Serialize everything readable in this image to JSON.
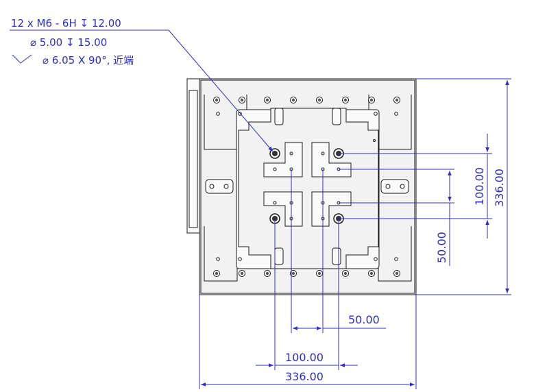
{
  "callout": {
    "line1": "12 x  M6 - 6H ↧ 12.00",
    "line2": "⌀ 5.00 ↧ 15.00",
    "line3": "⌀ 6.05 X 90°, 近端",
    "countersink_symbol": "countersink-icon"
  },
  "dimensions": {
    "overall_height": "336.00",
    "hole_pitch_vertical": "100.00",
    "hole_offset_vertical": "50.00",
    "hole_offset_horizontal": "50.00",
    "hole_pitch_horizontal": "100.00",
    "overall_width": "336.00"
  },
  "colors": {
    "dimension": "#2d2dc8",
    "part_outline": "#1a1a1a",
    "part_fill": "#f2f2f2"
  }
}
